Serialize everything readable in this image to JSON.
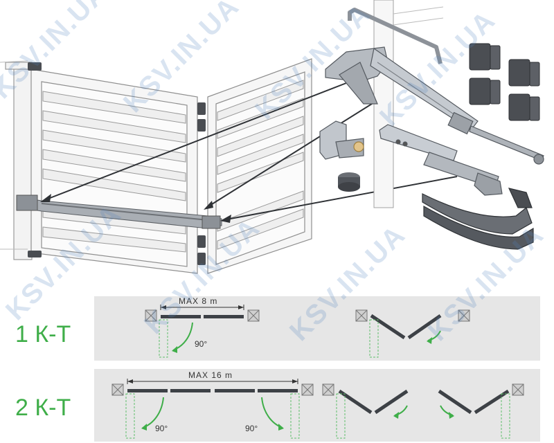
{
  "watermark": "KSV.IN.UA",
  "colors": {
    "kit_label": "#3fae49",
    "panel": "#e6e6e6",
    "metal": "#9aa0a6",
    "dark": "#3a3d42"
  },
  "kits": [
    {
      "label": "1 К-Т",
      "max_span": "MAX 8 m",
      "angle": "90°"
    },
    {
      "label": "2 К-Т",
      "max_span": "MAX 16 m",
      "angles": [
        "90°",
        "90°"
      ]
    }
  ]
}
